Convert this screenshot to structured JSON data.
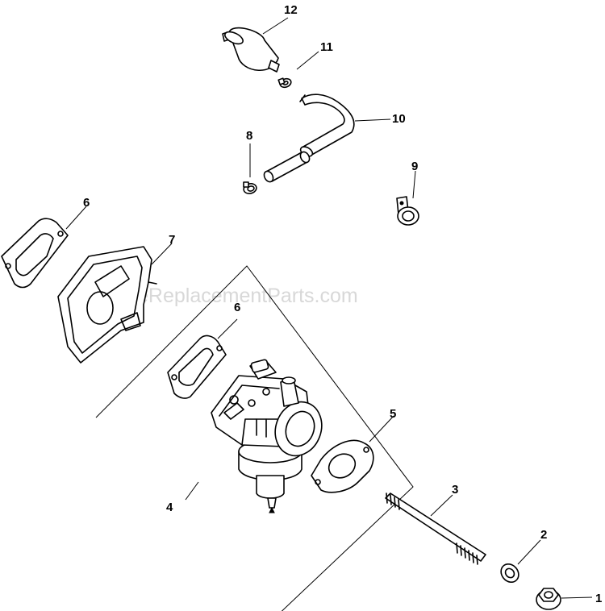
{
  "watermark": "eReplacementParts.com",
  "callouts": {
    "c1": "1",
    "c2": "2",
    "c3": "3",
    "c4": "4",
    "c5": "5",
    "c6a": "6",
    "c6b": "6",
    "c7": "7",
    "c8": "8",
    "c9": "9",
    "c10": "10",
    "c11": "11",
    "c12": "12"
  }
}
